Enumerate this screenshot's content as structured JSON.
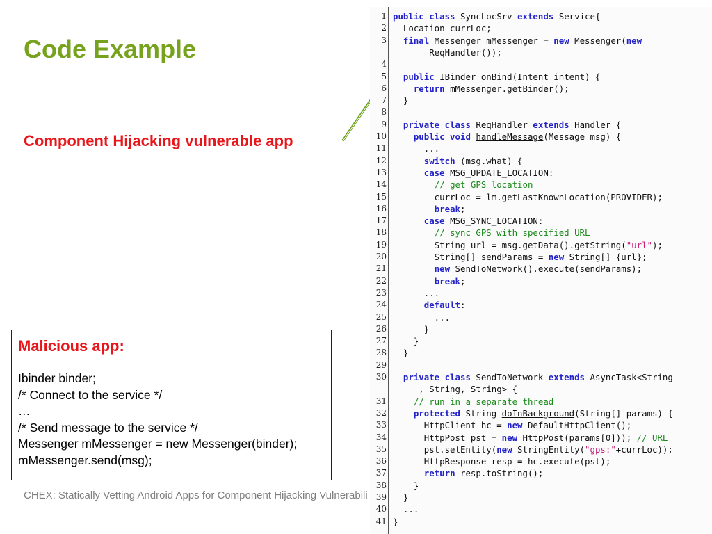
{
  "slide": {
    "title": "Code Example",
    "vulnerable_label": "Component Hijacking vulnerable app",
    "footer": "CHEX: Statically Vetting Android Apps for Component Hijacking Vulnerabilities"
  },
  "malicious": {
    "title": "Malicious app:",
    "lines": [
      "Ibinder binder;",
      "/* Connect to the service */",
      "…",
      "/* Send message to the service */",
      "Messenger mMessenger = new Messenger(binder);",
      "mMessenger.send(msg);"
    ]
  },
  "code": {
    "lines": [
      {
        "n": "1",
        "t": [
          [
            "public class ",
            "kw"
          ],
          [
            "SyncLocSrv ",
            ""
          ],
          [
            "extends ",
            "kw"
          ],
          [
            "Service{",
            ""
          ]
        ]
      },
      {
        "n": "2",
        "t": [
          [
            "  Location currLoc;",
            ""
          ]
        ]
      },
      {
        "n": "3",
        "t": [
          [
            "  ",
            ""
          ],
          [
            "final ",
            "kw"
          ],
          [
            "Messenger mMessenger = ",
            ""
          ],
          [
            "new ",
            "kw"
          ],
          [
            "Messenger(",
            ""
          ],
          [
            "new",
            "kw"
          ]
        ]
      },
      {
        "n": "",
        "t": [
          [
            "       ReqHandler());",
            ""
          ]
        ]
      },
      {
        "n": "4",
        "t": []
      },
      {
        "n": "5",
        "t": [
          [
            "  ",
            ""
          ],
          [
            "public ",
            "kw"
          ],
          [
            "IBinder ",
            ""
          ],
          [
            "onBind",
            "u"
          ],
          [
            "(Intent intent) {",
            ""
          ]
        ]
      },
      {
        "n": "6",
        "t": [
          [
            "    ",
            ""
          ],
          [
            "return ",
            "kw"
          ],
          [
            "mMessenger.getBinder();",
            ""
          ]
        ]
      },
      {
        "n": "7",
        "t": [
          [
            "  }",
            ""
          ]
        ]
      },
      {
        "n": "8",
        "t": []
      },
      {
        "n": "9",
        "t": [
          [
            "  ",
            ""
          ],
          [
            "private class ",
            "kw"
          ],
          [
            "ReqHandler ",
            ""
          ],
          [
            "extends ",
            "kw"
          ],
          [
            "Handler {",
            ""
          ]
        ]
      },
      {
        "n": "10",
        "t": [
          [
            "    ",
            ""
          ],
          [
            "public void ",
            "kw"
          ],
          [
            "handleMessage",
            "u"
          ],
          [
            "(Message msg) {",
            ""
          ]
        ]
      },
      {
        "n": "11",
        "t": [
          [
            "      ...",
            ""
          ]
        ]
      },
      {
        "n": "12",
        "t": [
          [
            "      ",
            ""
          ],
          [
            "switch ",
            "kw"
          ],
          [
            "(msg.what) {",
            ""
          ]
        ]
      },
      {
        "n": "13",
        "t": [
          [
            "      ",
            ""
          ],
          [
            "case ",
            "kw"
          ],
          [
            "MSG_UPDATE_LOCATION:",
            ""
          ]
        ]
      },
      {
        "n": "14",
        "t": [
          [
            "        ",
            ""
          ],
          [
            "// get GPS location",
            "cm"
          ]
        ]
      },
      {
        "n": "15",
        "t": [
          [
            "        currLoc = lm.getLastKnownLocation(PROVIDER);",
            ""
          ]
        ]
      },
      {
        "n": "16",
        "t": [
          [
            "        ",
            ""
          ],
          [
            "break",
            "kw"
          ],
          [
            ";",
            ""
          ]
        ]
      },
      {
        "n": "17",
        "t": [
          [
            "      ",
            ""
          ],
          [
            "case ",
            "kw"
          ],
          [
            "MSG_SYNC_LOCATION:",
            ""
          ]
        ]
      },
      {
        "n": "18",
        "t": [
          [
            "        ",
            ""
          ],
          [
            "// sync GPS with specified URL",
            "cm"
          ]
        ]
      },
      {
        "n": "19",
        "t": [
          [
            "        String url = msg.getData().getString(",
            ""
          ],
          [
            "\"url\"",
            "st"
          ],
          [
            ");",
            ""
          ]
        ]
      },
      {
        "n": "20",
        "t": [
          [
            "        String[] sendParams = ",
            ""
          ],
          [
            "new ",
            "kw"
          ],
          [
            "String[] {url};",
            ""
          ]
        ]
      },
      {
        "n": "21",
        "t": [
          [
            "        ",
            ""
          ],
          [
            "new ",
            "kw"
          ],
          [
            "SendToNetwork().execute(sendParams);",
            ""
          ]
        ]
      },
      {
        "n": "22",
        "t": [
          [
            "        ",
            ""
          ],
          [
            "break",
            "kw"
          ],
          [
            ";",
            ""
          ]
        ]
      },
      {
        "n": "23",
        "t": [
          [
            "      ...",
            ""
          ]
        ]
      },
      {
        "n": "24",
        "t": [
          [
            "      ",
            ""
          ],
          [
            "default",
            "kw"
          ],
          [
            ":",
            ""
          ]
        ]
      },
      {
        "n": "25",
        "t": [
          [
            "        ...",
            ""
          ]
        ]
      },
      {
        "n": "26",
        "t": [
          [
            "      }",
            ""
          ]
        ]
      },
      {
        "n": "27",
        "t": [
          [
            "    }",
            ""
          ]
        ]
      },
      {
        "n": "28",
        "t": [
          [
            "  }",
            ""
          ]
        ]
      },
      {
        "n": "29",
        "t": []
      },
      {
        "n": "30",
        "t": [
          [
            "  ",
            ""
          ],
          [
            "private class ",
            "kw"
          ],
          [
            "SendToNetwork ",
            ""
          ],
          [
            "extends ",
            "kw"
          ],
          [
            "AsyncTask<String",
            ""
          ]
        ]
      },
      {
        "n": "",
        "t": [
          [
            "     , String, String> {",
            ""
          ]
        ]
      },
      {
        "n": "31",
        "t": [
          [
            "    ",
            ""
          ],
          [
            "// run in a separate thread",
            "cm"
          ]
        ]
      },
      {
        "n": "32",
        "t": [
          [
            "    ",
            ""
          ],
          [
            "protected ",
            "kw"
          ],
          [
            "String ",
            ""
          ],
          [
            "doInBackground",
            "u"
          ],
          [
            "(String[] params) {",
            ""
          ]
        ]
      },
      {
        "n": "33",
        "t": [
          [
            "      HttpClient hc = ",
            ""
          ],
          [
            "new ",
            "kw"
          ],
          [
            "DefaultHttpClient();",
            ""
          ]
        ]
      },
      {
        "n": "34",
        "t": [
          [
            "      HttpPost pst = ",
            ""
          ],
          [
            "new ",
            "kw"
          ],
          [
            "HttpPost(params[0])); ",
            ""
          ],
          [
            "// URL",
            "cm"
          ]
        ]
      },
      {
        "n": "35",
        "t": [
          [
            "      pst.setEntity(",
            ""
          ],
          [
            "new ",
            "kw"
          ],
          [
            "StringEntity(",
            ""
          ],
          [
            "\"gps:\"",
            "st"
          ],
          [
            "+currLoc));",
            ""
          ]
        ]
      },
      {
        "n": "36",
        "t": [
          [
            "      HttpResponse resp = hc.execute(pst);",
            ""
          ]
        ]
      },
      {
        "n": "37",
        "t": [
          [
            "      ",
            ""
          ],
          [
            "return ",
            "kw"
          ],
          [
            "resp.toString();",
            ""
          ]
        ]
      },
      {
        "n": "38",
        "t": [
          [
            "    }",
            ""
          ]
        ]
      },
      {
        "n": "39",
        "t": [
          [
            "  }",
            ""
          ]
        ]
      },
      {
        "n": "40",
        "t": [
          [
            "  ...",
            ""
          ]
        ]
      },
      {
        "n": "41",
        "t": [
          [
            "}",
            ""
          ]
        ]
      }
    ]
  }
}
